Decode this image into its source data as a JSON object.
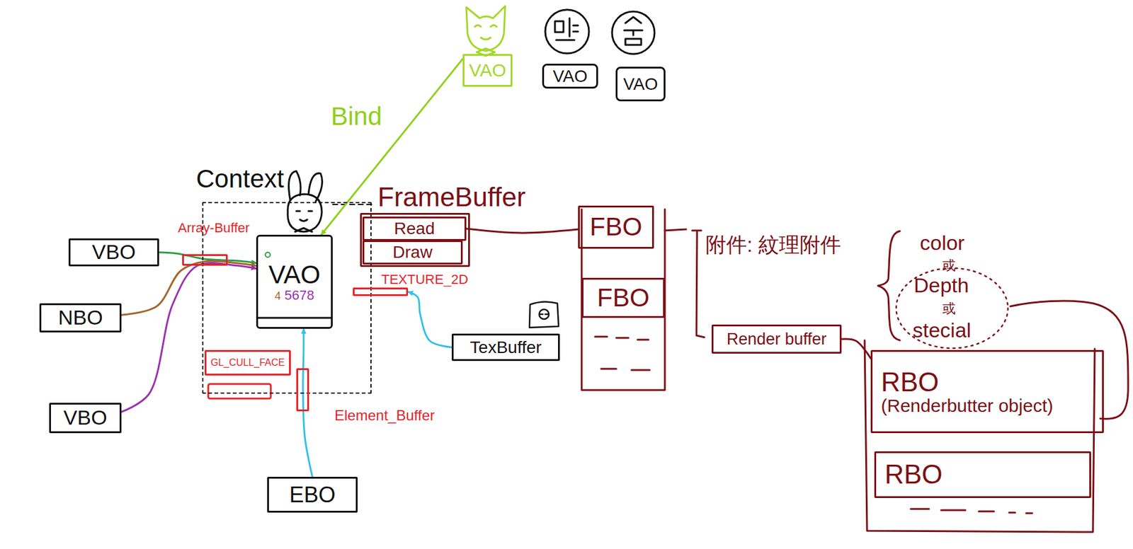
{
  "diagram": {
    "nodes": [
      {
        "text": [
          "VAO"
        ]
      },
      {
        "text": [
          "VAO"
        ]
      },
      {
        "text": [
          "VAO"
        ]
      },
      {
        "text": [
          "Context"
        ]
      },
      {
        "text": [
          "Array-Buffer"
        ],
        "in": 3
      },
      {
        "text": [
          "VAO",
          "4",
          "5678"
        ],
        "in": 3
      },
      {
        "text": [
          "GL_CULL_FACE"
        ],
        "in": 3
      },
      {
        "text": [
          "Element_Buffer"
        ]
      },
      {
        "text": [
          "FrameBuffer"
        ]
      },
      {
        "text": [
          "Read"
        ],
        "in": 8
      },
      {
        "text": [
          "Draw"
        ],
        "in": 8
      },
      {
        "text": [
          "TEXTURE_2D"
        ]
      },
      {
        "text": [
          "VBO"
        ]
      },
      {
        "text": [
          "NBO"
        ]
      },
      {
        "text": [
          "VBO"
        ]
      },
      {
        "text": [
          "EBO"
        ]
      },
      {
        "text": [
          "TexBuffer"
        ]
      },
      {
        "text": [
          "FBO"
        ]
      },
      {
        "text": [
          "FBO"
        ]
      },
      {
        "text": [
          "Render buffer"
        ]
      },
      {
        "text": [
          "RBO",
          "(Renderbutter object)"
        ]
      },
      {
        "text": [
          "RBO"
        ]
      }
    ],
    "edges": [
      {
        "from": 0,
        "to": 5,
        "arrow": "to",
        "label": "Bind"
      },
      {
        "from": 12,
        "to": 5,
        "arrow": "to"
      },
      {
        "from": 13,
        "to": 5,
        "arrow": "to"
      },
      {
        "from": 14,
        "to": 5,
        "arrow": "to"
      },
      {
        "from": 15,
        "to": 5,
        "arrow": "to"
      },
      {
        "from": 16,
        "to": 11,
        "arrow": "to"
      },
      {
        "from": 9,
        "to": 17,
        "arrow": "none"
      },
      {
        "from": 19,
        "to": 20,
        "arrow": "none"
      }
    ],
    "labels": [
      "附件: 紋理附件",
      "color",
      "或",
      "Depth",
      "或",
      "stecial"
    ]
  }
}
